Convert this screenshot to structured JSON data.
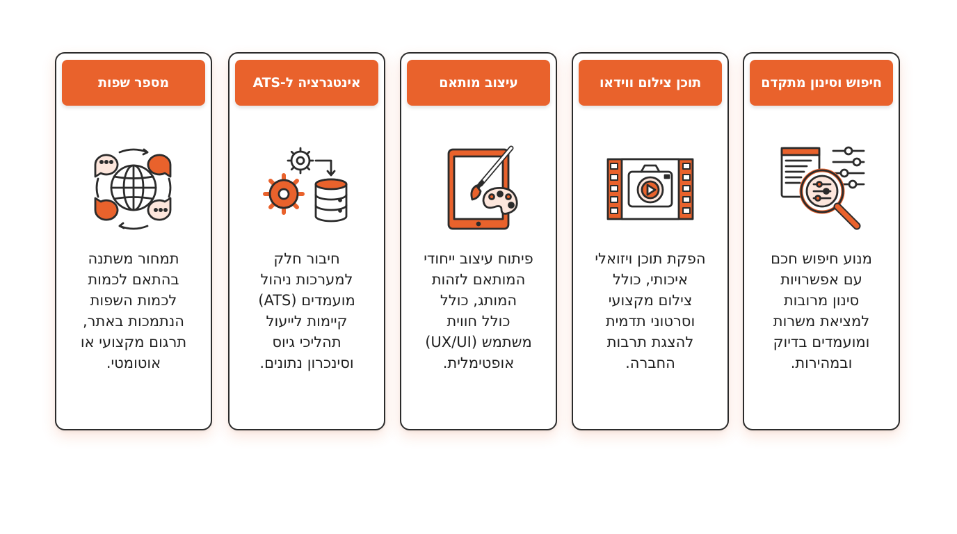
{
  "colors": {
    "accent": "#e9622c",
    "border": "#2b2b2b",
    "text": "#1f1f1f"
  },
  "cards": [
    {
      "title": "מספר שפות",
      "icon": "globe-chat-icon",
      "lines": [
        "תמחור משתנה",
        "בהתאם לכמות",
        "לכמות השפות",
        "הנתמכות באתר,",
        "תרגום מקצועי או",
        "אוטומטי."
      ]
    },
    {
      "title": "אינטגרציה ל-ATS",
      "icon": "gears-database-icon",
      "lines": [
        "חיבור חלק",
        "למערכות ניהול",
        "מועמדים (ATS)",
        "קיימות לייעול",
        "תהליכי גיוס",
        "וסינכרון נתונים."
      ]
    },
    {
      "title": "עיצוב מותאם",
      "icon": "tablet-brush-palette-icon",
      "lines": [
        "פיתוח עיצוב ייחודי",
        "המותאם לזהות",
        "המותג, כולל",
        "כולל חווית",
        "משתמש (UX/UI)",
        "אופטימלית."
      ]
    },
    {
      "title": "תוכן צילום ווידאו",
      "icon": "film-camera-icon",
      "lines": [
        "הפקת תוכן ויזואלי",
        "איכותי, כולל",
        "צילום מקצועי",
        "וסרטוני תדמית",
        "להצגת תרבות",
        "החברה."
      ]
    },
    {
      "title": "חיפוש וסינון מתקדם",
      "icon": "search-filter-icon",
      "lines": [
        "מנוע חיפוש חכם",
        "עם אפשרויות",
        "סינון מרובות",
        "למציאת משרות",
        "ומועמדים בדיוק",
        "ובמהירות."
      ]
    }
  ]
}
